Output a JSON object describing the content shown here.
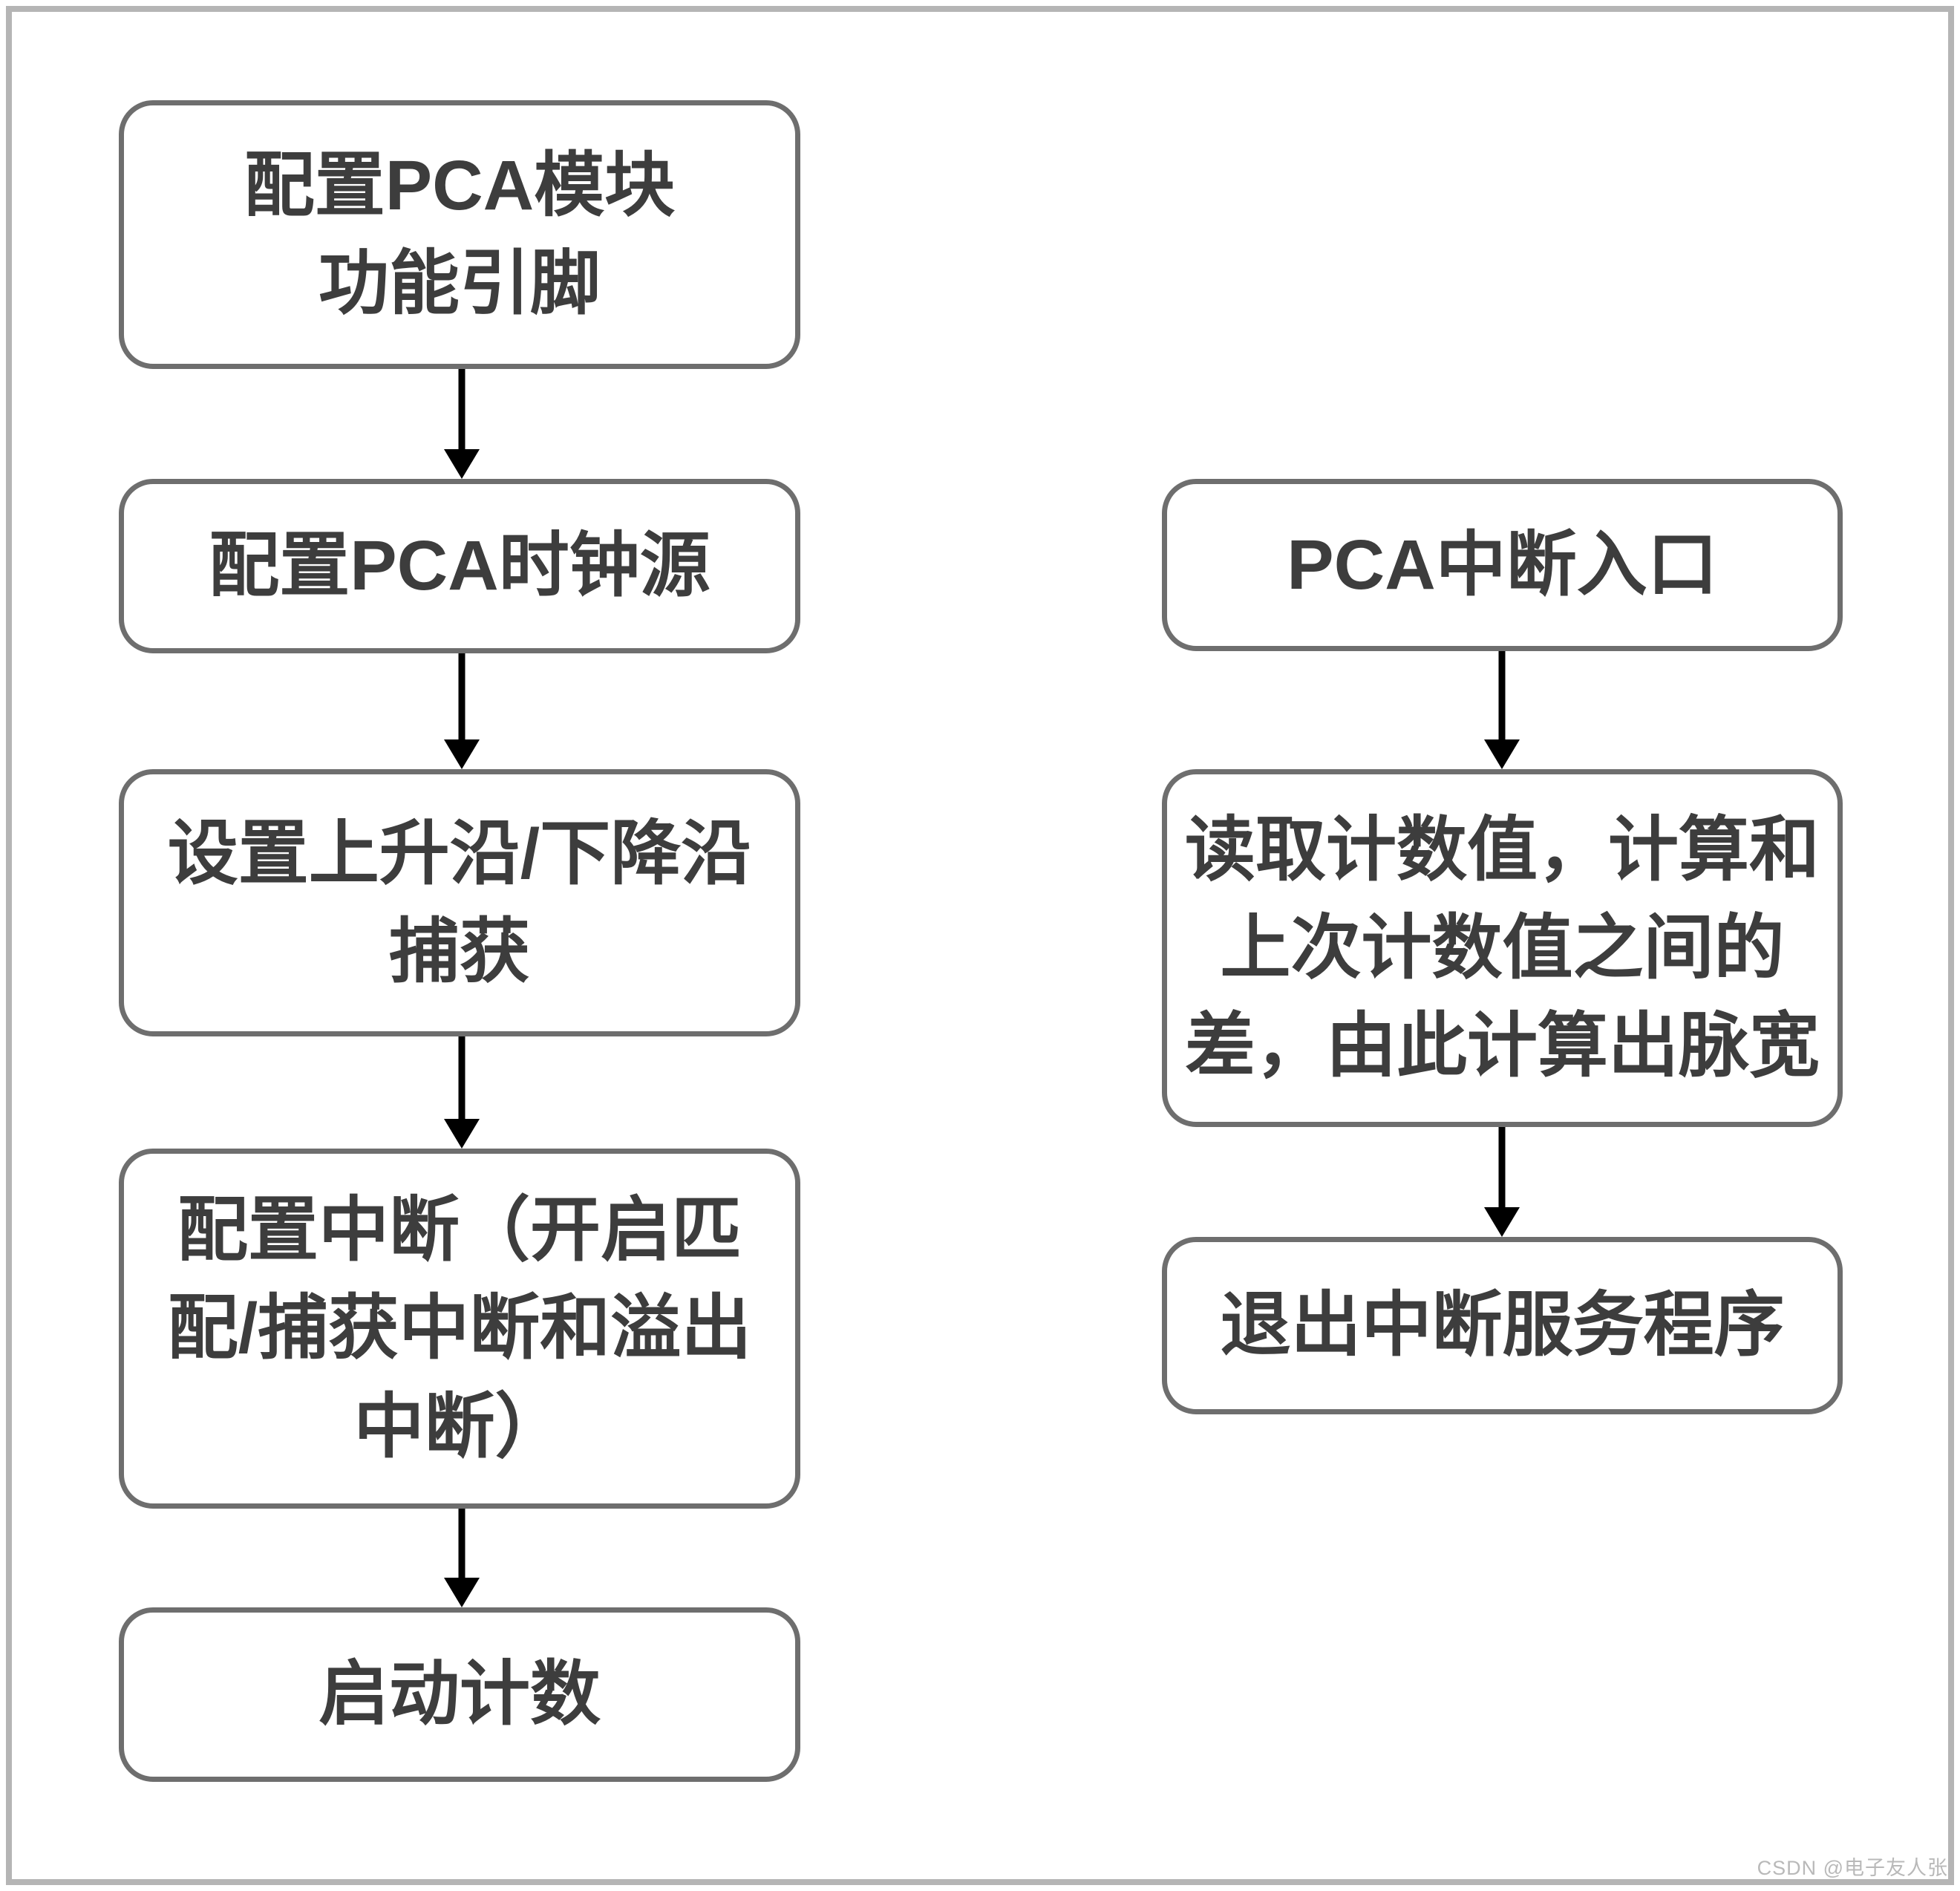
{
  "diagram": {
    "left_flow": {
      "steps": [
        {
          "label": "配置PCA模块\n功能引脚"
        },
        {
          "label": "配置PCA时钟源"
        },
        {
          "label": "设置上升沿/下降沿\n捕获"
        },
        {
          "label": "配置中断（开启匹\n配/捕获中断和溢出\n中断）"
        },
        {
          "label": "启动计数"
        }
      ]
    },
    "right_flow": {
      "steps": [
        {
          "label": "PCA中断入口"
        },
        {
          "label": "读取计数值，计算和\n上次计数值之间的\n差，由此计算出脉宽"
        },
        {
          "label": "退出中断服务程序"
        }
      ]
    },
    "watermark": "CSDN @电子友人张",
    "colors": {
      "background": "#ffffff",
      "box_border": "#6e6e6e",
      "text": "#3d3d3d",
      "arrow": "#000000",
      "frame": "#b5b5b5",
      "watermark": "#b9b9b9"
    }
  }
}
